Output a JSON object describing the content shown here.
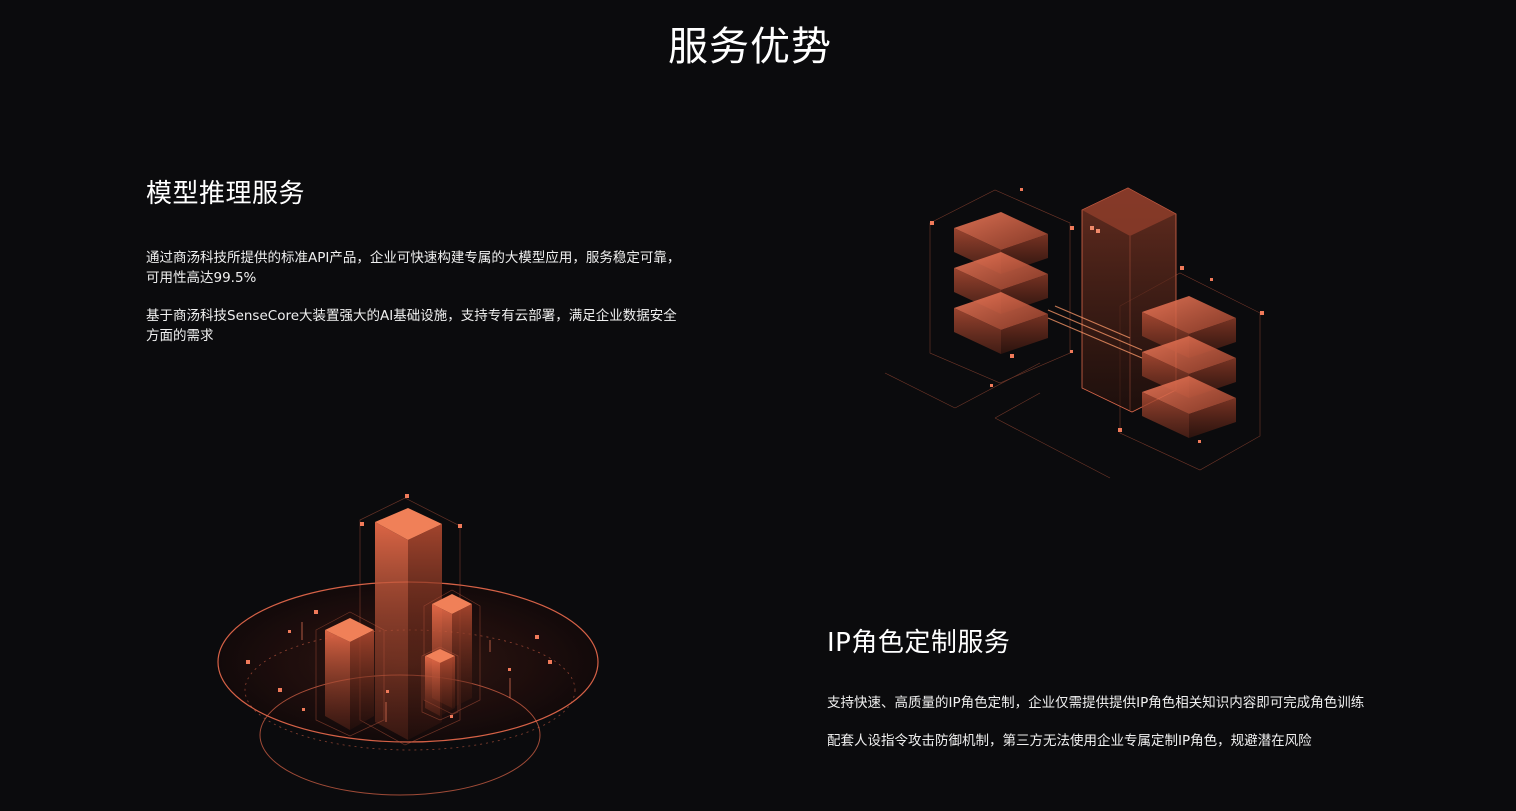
{
  "page": {
    "title": "服务优势"
  },
  "inference": {
    "title": "模型推理服务",
    "paragraph_1": "通过商汤科技所提供的标准API产品，企业可快速构建专属的大模型应用，服务稳定可靠，可用性高达99.5%",
    "paragraph_2": "基于商汤科技SenseCore大装置强大的AI基础设施，支持专有云部署，满足企业数据安全方面的需求"
  },
  "ip_role": {
    "title": "IP角色定制服务",
    "paragraph_1": "支持快速、高质量的IP角色定制，企业仅需提供提供IP角色相关知识内容即可完成角色训练",
    "paragraph_2": "配套人设指令攻击防御机制，第三方无法使用企业专属定制IP角色，规避潜在风险"
  },
  "illustrations": {
    "servers": "server-cluster-illustration",
    "towers": "city-towers-illustration"
  },
  "colors": {
    "background": "#0b0b0d",
    "accent": "#e0664a",
    "accent_dark": "#7a3524",
    "text": "#ffffff"
  }
}
